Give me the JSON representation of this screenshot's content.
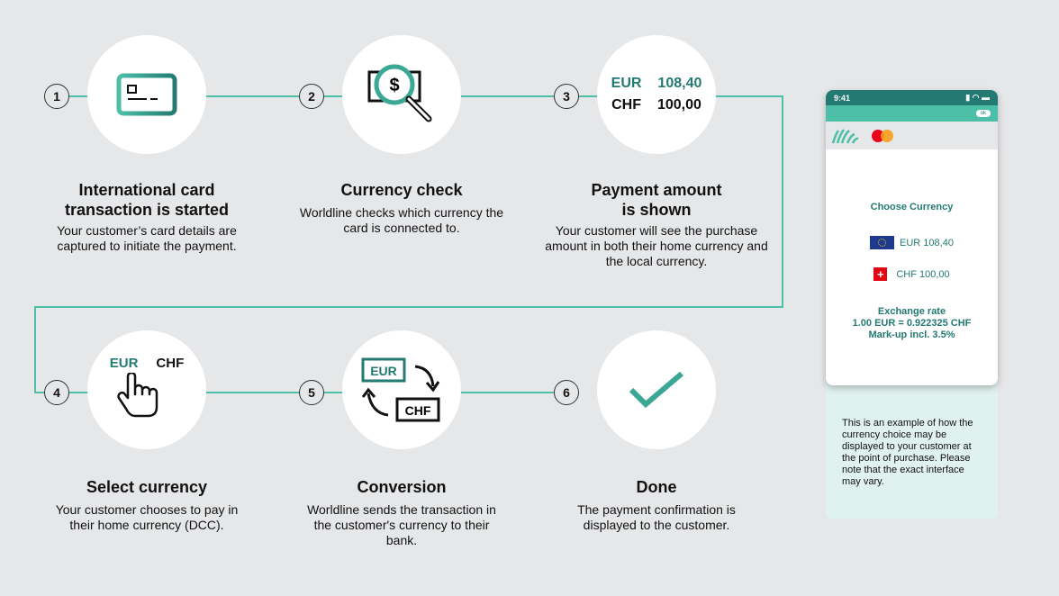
{
  "steps": [
    {
      "number": "1",
      "title": "International card transaction is started",
      "description": "Your customer’s card details are captured to initiate the payment.",
      "icon": "credit-card-icon"
    },
    {
      "number": "2",
      "title": "Currency check",
      "description": "Worldline checks which currency the card is connected to.",
      "icon": "magnifier-dollar-icon"
    },
    {
      "number": "3",
      "title": "Payment amount is shown",
      "description": "Your customer will see the purchase amount in both their home currency and the local currency.",
      "icon": "amounts",
      "amounts": [
        {
          "currency": "EUR",
          "value": "108,40"
        },
        {
          "currency": "CHF",
          "value": "100,00"
        }
      ]
    },
    {
      "number": "4",
      "title": "Select currency",
      "description": "Your customer chooses to pay in their home currency (DCC).",
      "icon": "hand-pointer-icon",
      "options": [
        "EUR",
        "CHF"
      ]
    },
    {
      "number": "5",
      "title": "Conversion",
      "description": "Worldline sends the transaction in the customer's currency to their bank.",
      "icon": "exchange-icon",
      "labels": [
        "EUR",
        "CHF"
      ]
    },
    {
      "number": "6",
      "title": "Done",
      "description": "The payment confirmation is displayed to the customer.",
      "icon": "checkmark-icon"
    }
  ],
  "phone": {
    "time": "9:41",
    "ok_label": "ok",
    "heading": "Choose Currency",
    "options": [
      {
        "flag": "eu-flag",
        "label": "EUR 108,40"
      },
      {
        "flag": "swiss-flag",
        "label": "CHF 100,00"
      }
    ],
    "rate_title": "Exchange rate",
    "rate_value": "1.00 EUR = 0.922325 CHF",
    "markup": "Mark-up incl. 3.5%"
  },
  "note": "This is an example of how the currency choice may be displayed to your customer at the point of purchase. Please note that the exact interface may vary.",
  "colors": {
    "accent": "#4dbfa8",
    "dark_teal": "#237a72",
    "background": "#e6e7e9",
    "note_bg": "#e0f2ef"
  }
}
